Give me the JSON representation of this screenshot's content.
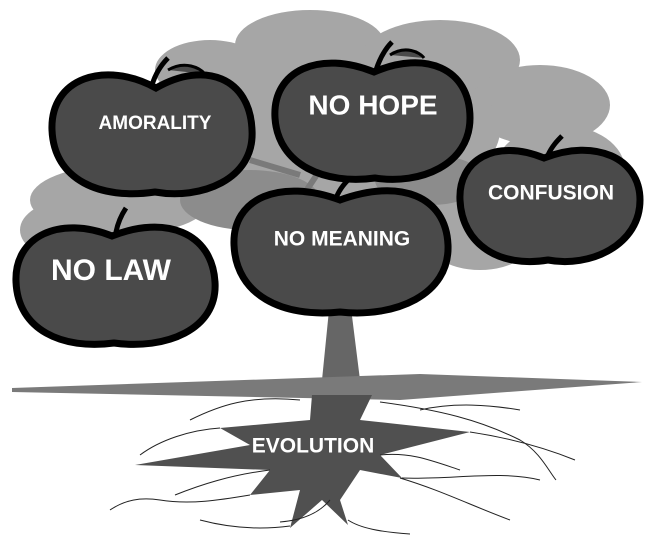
{
  "root": {
    "label": "EVOLUTION"
  },
  "fruits": [
    {
      "id": "amorality",
      "label": "AMORALITY"
    },
    {
      "id": "no-hope",
      "label": "NO HOPE"
    },
    {
      "id": "confusion",
      "label": "CONFUSION"
    },
    {
      "id": "no-meaning",
      "label": "NO MEANING"
    },
    {
      "id": "no-law",
      "label": "NO LAW"
    }
  ],
  "colors": {
    "foliage": "#a6a6a6",
    "foliage_dark": "#8c8c8c",
    "fruit": "#4a4a4a",
    "outline": "#000000",
    "trunk": "#666666",
    "ground": "#7a7a7a",
    "roots": "#505050",
    "label": "#ffffff"
  }
}
